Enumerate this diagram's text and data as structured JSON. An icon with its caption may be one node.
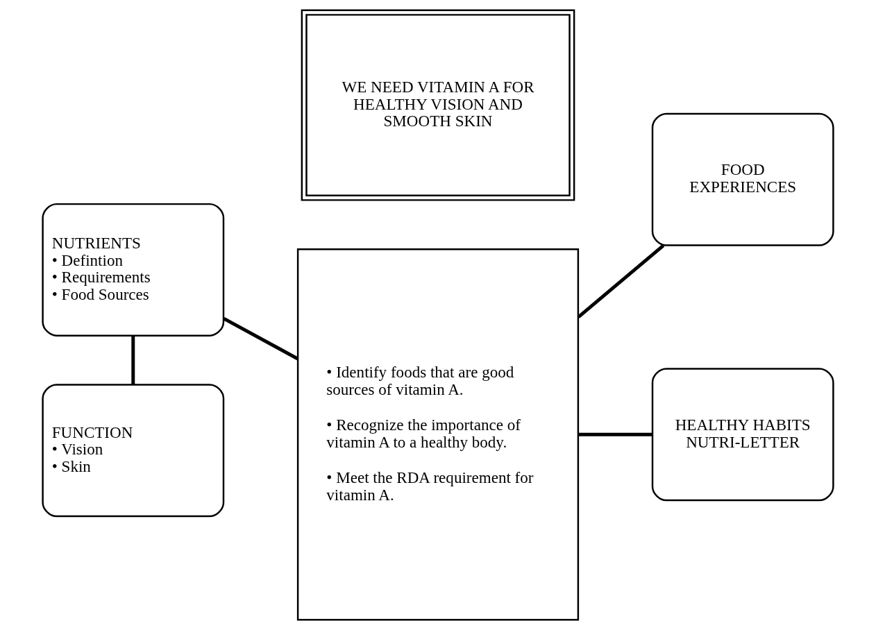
{
  "diagram": {
    "nodes": [
      {
        "text": [
          "WE NEED VITAMIN A FOR HEALTHY VISION AND SMOOTH SKIN"
        ]
      },
      {
        "text": [
          "NUTRIENTS",
          "• Defintion",
          "• Requirements",
          "• Food Sources"
        ]
      },
      {
        "text": [
          "• Identify foods that are good sources of vitamin A.",
          "• Recognize the importance of vitamin A to a healthy body.",
          "• Meet the RDA requirement for vitamin A."
        ]
      },
      {
        "text": [
          "FOOD EXPERIENCES"
        ]
      },
      {
        "text": [
          "FUNCTION",
          "• Vision",
          "• Skin"
        ]
      },
      {
        "text": [
          "HEALTHY HABITS NUTRI-LETTER"
        ]
      }
    ],
    "edges": [
      {
        "from": 1,
        "to": 2,
        "arrow": "none"
      },
      {
        "from": 2,
        "to": 3,
        "arrow": "none"
      },
      {
        "from": 2,
        "to": 5,
        "arrow": "none"
      },
      {
        "from": 1,
        "to": 4,
        "arrow": "none"
      }
    ]
  }
}
